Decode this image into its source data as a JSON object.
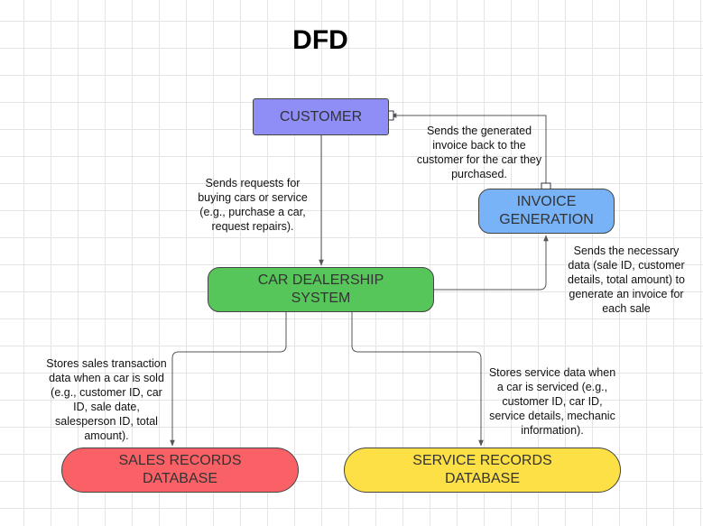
{
  "diagram": {
    "title": "DFD",
    "nodes": {
      "customer": "CUSTOMER",
      "invoice_generation": "INVOICE\nGENERATION",
      "car_dealership_system": "CAR DEALERSHIP\nSYSTEM",
      "sales_records_database": "SALES RECORDS\nDATABASE",
      "service_records_database": "SERVICE RECORDS\nDATABASE"
    },
    "edge_labels": {
      "customer_to_system": "Sends requests for\nbuying cars or service\n(e.g., purchase a car,\nrequest repairs).",
      "invoice_to_customer": "Sends the generated\ninvoice back to the\ncustomer for the car they\npurchased.",
      "system_to_invoice": "Sends the necessary\ndata (sale ID, customer\ndetails, total amount) to\ngenerate an invoice for\neach sale",
      "system_to_sales": "Stores sales transaction\ndata when a car is sold\n(e.g., customer ID, car\nID, sale date,\nsalesperson ID, total\namount).",
      "system_to_service": "Stores service data when\na car is serviced (e.g.,\ncustomer ID, car ID,\nservice details, mechanic\ninformation)."
    },
    "colors": {
      "customer": "#8f8ef7",
      "invoice_generation": "#78b3f7",
      "car_dealership_system": "#57c65a",
      "sales_records_database": "#f96166",
      "service_records_database": "#fde045",
      "edge": "#555555"
    }
  }
}
